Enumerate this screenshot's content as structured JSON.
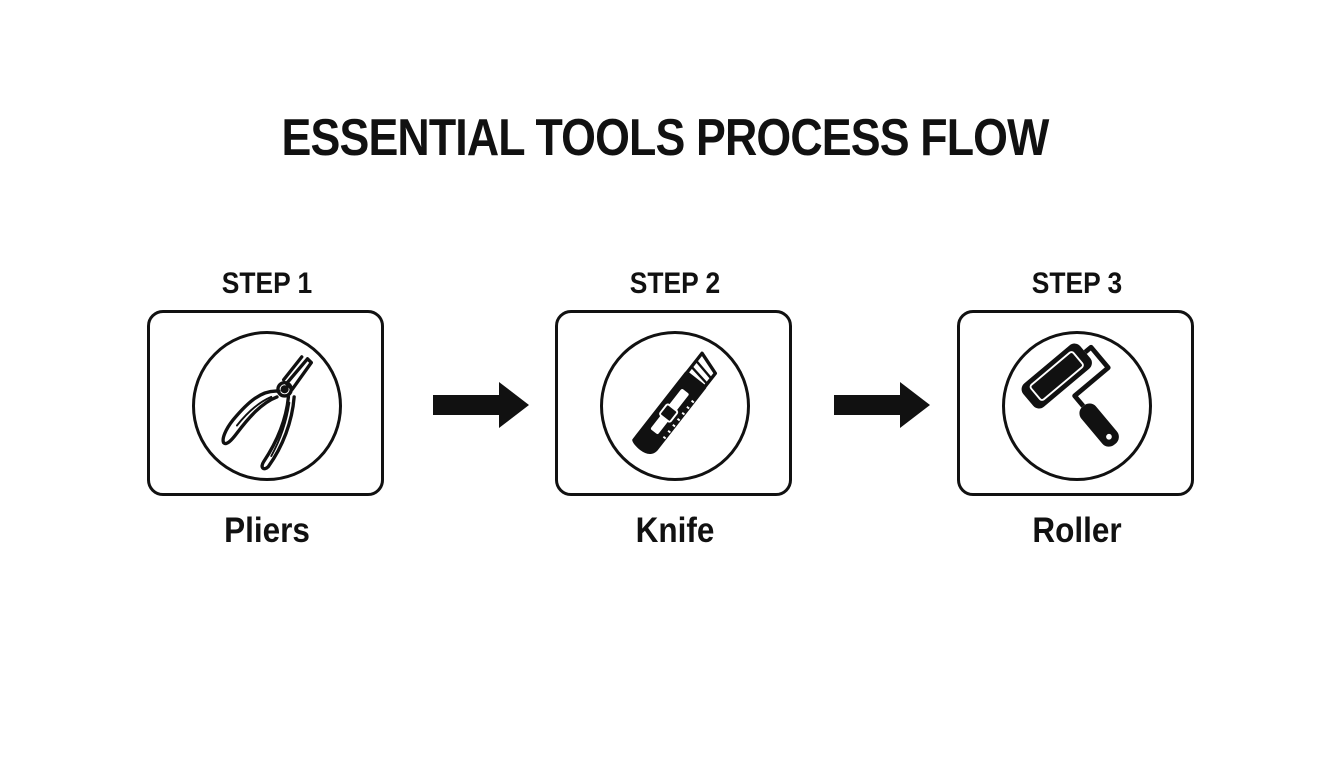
{
  "title": "ESSENTIAL TOOLS PROCESS FLOW",
  "steps": [
    {
      "step_label": "STEP 1",
      "tool_name": "Pliers",
      "icon": "pliers-icon"
    },
    {
      "step_label": "STEP 2",
      "tool_name": "Knife",
      "icon": "utility-knife-icon"
    },
    {
      "step_label": "STEP 3",
      "tool_name": "Roller",
      "icon": "paint-roller-icon"
    }
  ],
  "colors": {
    "ink": "#111111",
    "background": "#ffffff"
  }
}
